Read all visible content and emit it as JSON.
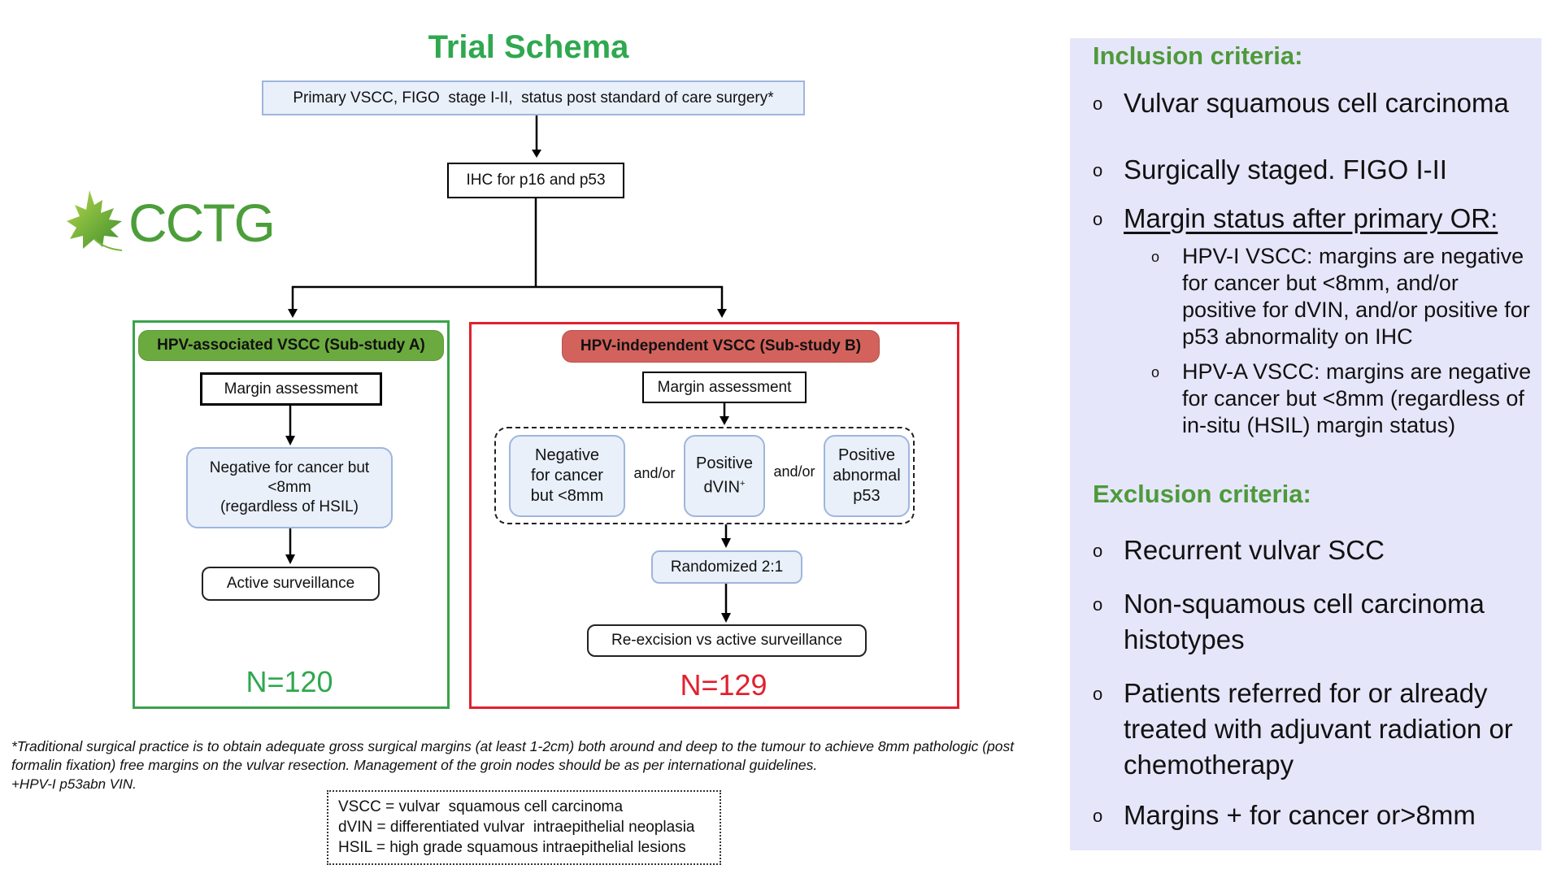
{
  "title": "Trial Schema",
  "logo": {
    "text": "CCTG",
    "icon": "maple-leaf-icon"
  },
  "flow": {
    "primary": "Primary VSCC, FIGO  stage I-II,  status post standard of care surgery*",
    "ihc": "IHC for p16 and p53",
    "substudy_a": {
      "header": "HPV-associated VSCC (Sub-study A)",
      "margin": "Margin assessment",
      "criteria_lines": [
        "Negative for cancer but",
        "<8mm",
        "(regardless of HSIL)"
      ],
      "outcome": "Active surveillance",
      "n": "N=120"
    },
    "substudy_b": {
      "header": "HPV-independent VSCC (Sub-study B)",
      "margin": "Margin assessment",
      "options": [
        {
          "lines": [
            "Negative",
            "for cancer",
            "but <8mm"
          ]
        },
        {
          "lines": [
            "Positive",
            "dVIN"
          ],
          "sup": "+"
        },
        {
          "lines": [
            "Positive",
            "abnormal",
            "p53"
          ]
        }
      ],
      "connector": "and/or",
      "randomized": "Randomized 2:1",
      "outcome": "Re-excision vs active surveillance",
      "n": "N=129"
    }
  },
  "footnote": {
    "lines": [
      "*Traditional surgical practice is to obtain adequate gross surgical margins (at least 1-2cm) both around and deep to the tumour to achieve 8mm pathologic (post",
      "formalin fixation) free margins on the vulvar resection. Management of the groin nodes should be as per international guidelines.",
      "+HPV-I p53abn VIN."
    ]
  },
  "legend": [
    "VSCC = vulvar  squamous cell carcinoma",
    "dVIN = differentiated vulvar  intraepithelial neoplasia",
    "HSIL = high grade squamous intraepithelial lesions"
  ],
  "criteria": {
    "inclusion_title": "Inclusion criteria:",
    "inclusion": [
      "Vulvar squamous cell carcinoma",
      "Surgically staged. FIGO I-II",
      "Margin status after primary OR:"
    ],
    "inclusion_sub": [
      "HPV-I VSCC: margins are negative for cancer but <8mm, and/or positive for dVIN, and/or positive for p53 abnormality on IHC",
      "HPV-A VSCC: margins are negative for cancer but <8mm (regardless of in-situ (HSIL) margin status)"
    ],
    "exclusion_title": "Exclusion criteria:",
    "exclusion": [
      "Recurrent vulvar SCC",
      "Non-squamous cell carcinoma histotypes",
      "Patients referred for or already treated with adjuvant radiation or chemotherapy",
      "Margins + for cancer or>8mm"
    ],
    "bullet": "o"
  },
  "colors": {
    "green": "#2FA84F",
    "red": "#E0212E",
    "header_a": "#6BAA3F",
    "header_b": "#D4625C",
    "panel_bg": "#E6E6FA",
    "criteria_title": "#4E9A3A"
  }
}
